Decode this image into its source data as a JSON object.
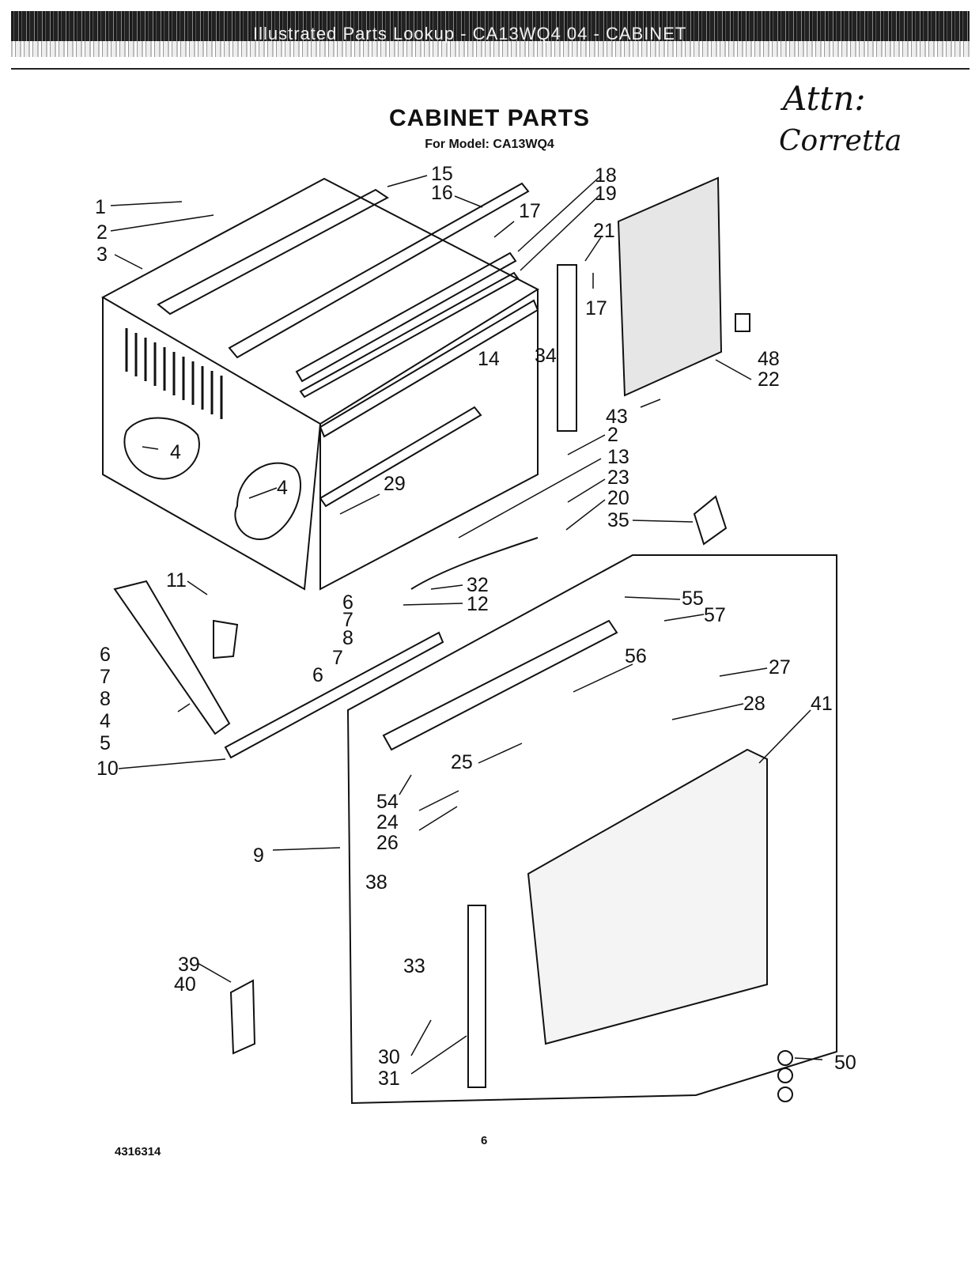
{
  "header": {
    "text": "Illustrated Parts Lookup - CA13WQ4 04 - CABINET"
  },
  "handwritten_note": {
    "line1": "Attn:",
    "line2": "Corretta"
  },
  "title": "CABINET PARTS",
  "subtitle": "For Model: CA13WQ4",
  "footer": {
    "doc_number": "4316314",
    "page_number": "6"
  },
  "callouts": [
    "1",
    "2",
    "3",
    "15",
    "16",
    "18",
    "19",
    "17",
    "21",
    "17",
    "34",
    "14",
    "48",
    "22",
    "43",
    "2",
    "13",
    "23",
    "20",
    "35",
    "4",
    "4",
    "29",
    "11",
    "6",
    "7",
    "8",
    "7",
    "6",
    "32",
    "12",
    "55",
    "57",
    "56",
    "27",
    "6",
    "7",
    "8",
    "4",
    "5",
    "10",
    "28",
    "41",
    "25",
    "54",
    "24",
    "26",
    "9",
    "38",
    "33",
    "39",
    "40",
    "30",
    "31",
    "50"
  ]
}
